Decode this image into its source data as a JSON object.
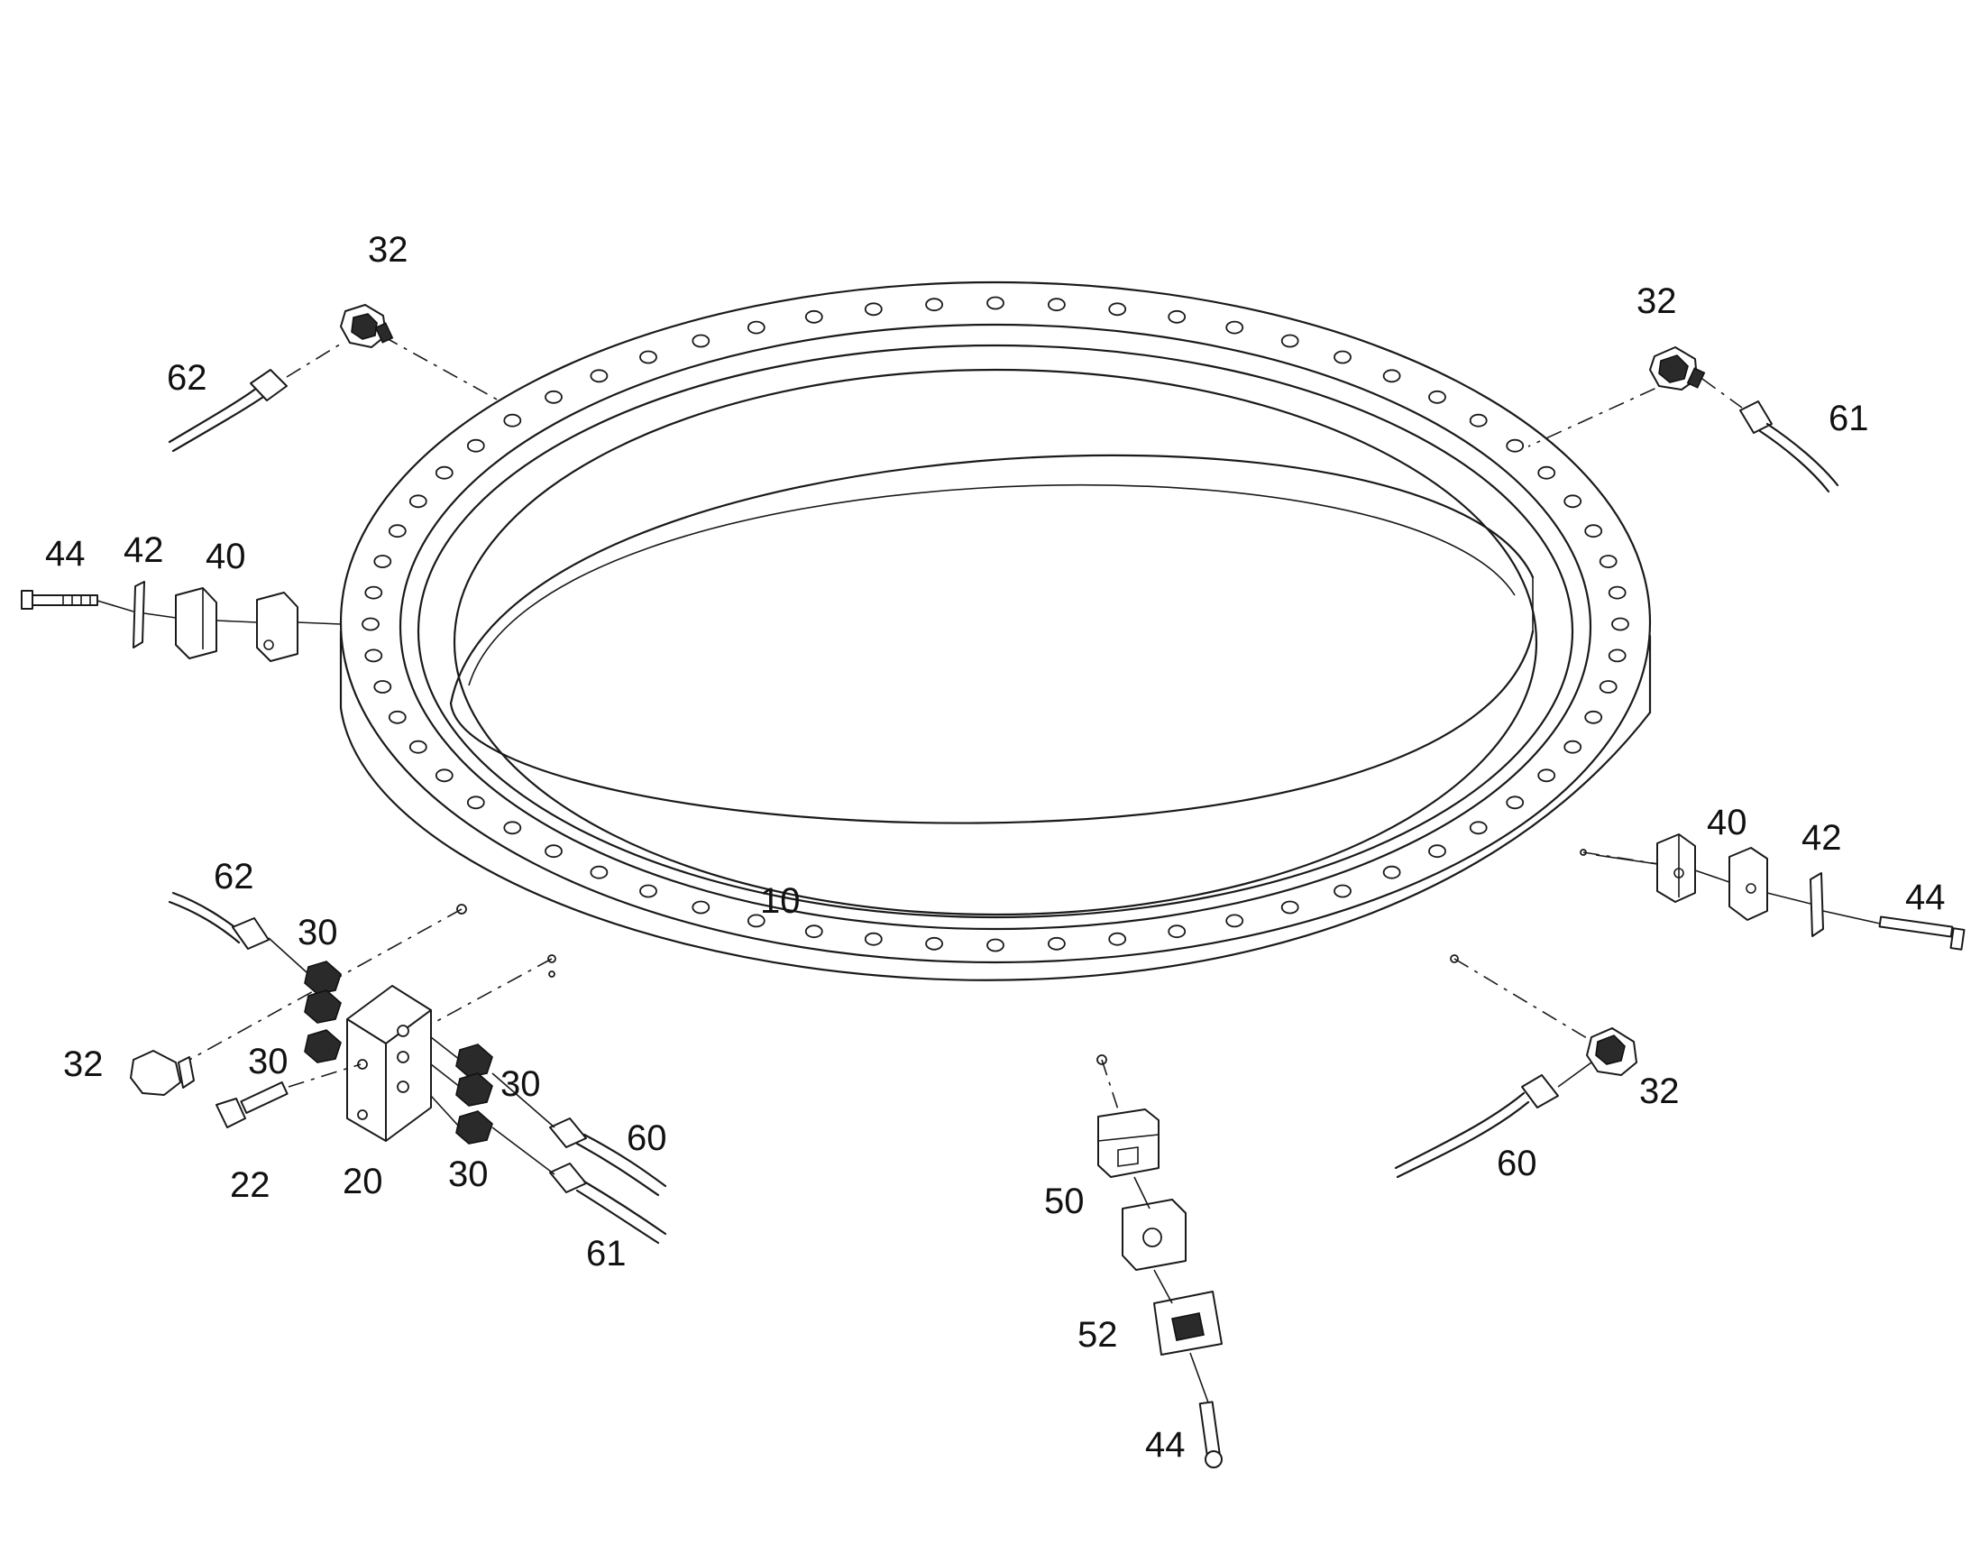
{
  "labels": [
    {
      "id": "l-32-a",
      "text": "32"
    },
    {
      "id": "l-62-a",
      "text": "62"
    },
    {
      "id": "l-32-b",
      "text": "32"
    },
    {
      "id": "l-61-a",
      "text": "61"
    },
    {
      "id": "l-44-a",
      "text": "44"
    },
    {
      "id": "l-42-a",
      "text": "42"
    },
    {
      "id": "l-40-a",
      "text": "40"
    },
    {
      "id": "l-40-b",
      "text": "40"
    },
    {
      "id": "l-42-b",
      "text": "42"
    },
    {
      "id": "l-44-b",
      "text": "44"
    },
    {
      "id": "l-62-b",
      "text": "62"
    },
    {
      "id": "l-10",
      "text": "10"
    },
    {
      "id": "l-30-a",
      "text": "30"
    },
    {
      "id": "l-32-c",
      "text": "32"
    },
    {
      "id": "l-30-b",
      "text": "30"
    },
    {
      "id": "l-30-c",
      "text": "30"
    },
    {
      "id": "l-60-a",
      "text": "60"
    },
    {
      "id": "l-30-d",
      "text": "30"
    },
    {
      "id": "l-22",
      "text": "22"
    },
    {
      "id": "l-20",
      "text": "20"
    },
    {
      "id": "l-61-b",
      "text": "61"
    },
    {
      "id": "l-32-d",
      "text": "32"
    },
    {
      "id": "l-60-b",
      "text": "60"
    },
    {
      "id": "l-50",
      "text": "50"
    },
    {
      "id": "l-52",
      "text": "52"
    },
    {
      "id": "l-44-c",
      "text": "44"
    }
  ]
}
